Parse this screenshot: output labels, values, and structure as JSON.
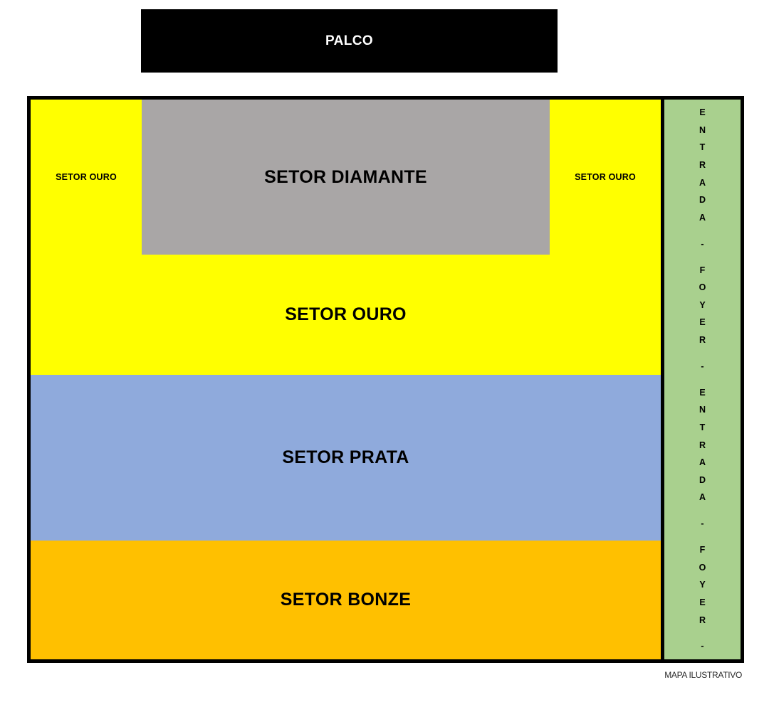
{
  "stage": {
    "label": "PALCO"
  },
  "venue": {
    "upper_left_wing": {
      "label": "SETOR OURO"
    },
    "upper_center": {
      "label": "SETOR DIAMANTE"
    },
    "upper_right_wing": {
      "label": "SETOR OURO"
    },
    "bands": [
      {
        "label": "SETOR OURO"
      },
      {
        "label": "SETOR PRATA"
      },
      {
        "label": "SETOR BONZE"
      }
    ],
    "entrance_strip": {
      "text": "ENTRADA - FOYER - ENTRADA - FOYER -",
      "letters": [
        "E",
        "N",
        "T",
        "R",
        "A",
        "D",
        "A",
        "",
        "-",
        "",
        "F",
        "O",
        "Y",
        "E",
        "R",
        "",
        "-",
        "",
        "E",
        "N",
        "T",
        "R",
        "A",
        "D",
        "A",
        "",
        "-",
        "",
        "F",
        "O",
        "Y",
        "E",
        "R",
        "",
        "-"
      ]
    }
  },
  "footer": {
    "note": "MAPA ILUSTRATIVO"
  },
  "colors": {
    "stage_bg": "#000000",
    "stage_text": "#ffffff",
    "ouro": "#ffff00",
    "diamante": "#a9a6a6",
    "prata": "#8faadc",
    "bonze": "#ffc000",
    "entrada_foyer": "#a9d08e",
    "border": "#000000"
  }
}
